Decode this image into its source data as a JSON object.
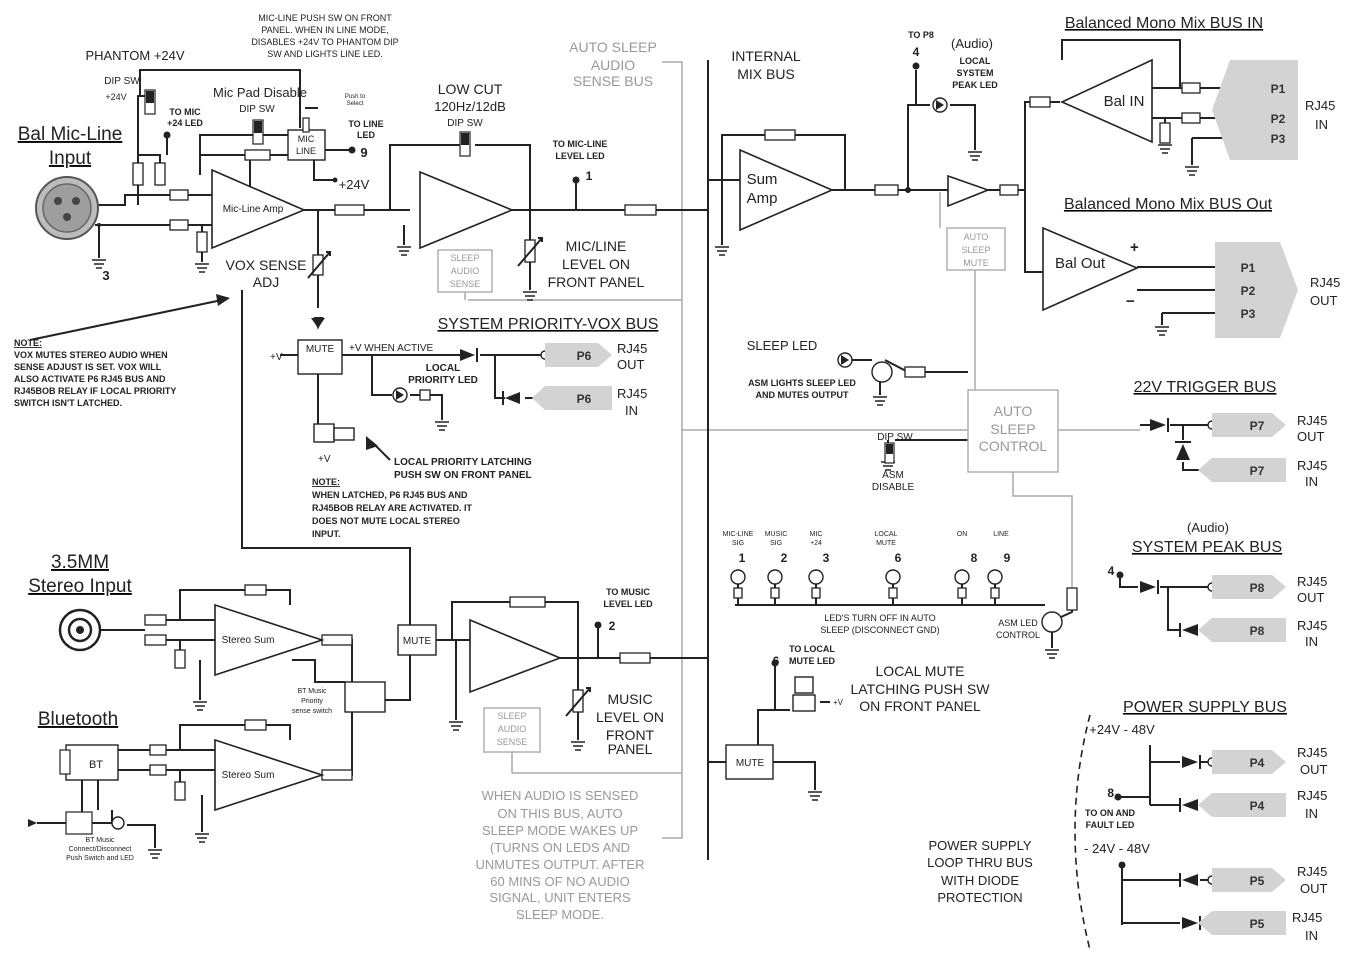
{
  "colors": {
    "wire": "#222222",
    "bus_gray": "#aaaaaa",
    "port_fill": "#d3d3d3",
    "background": "#ffffff"
  },
  "sections": {
    "bal_mic_line_input": [
      "Bal Mic-Line",
      "Input"
    ],
    "stereo_input": [
      "3.5MM",
      "Stereo Input"
    ],
    "bluetooth": "Bluetooth",
    "system_priority_vox_bus": "SYSTEM PRIORITY-VOX BUS",
    "balanced_mono_mix_bus_in": "Balanced Mono Mix BUS IN",
    "balanced_mono_mix_bus_out": "Balanced Mono Mix BUS Out",
    "trigger_bus": "22V TRIGGER BUS",
    "system_peak_audio": "(Audio)",
    "system_peak_bus": "SYSTEM PEAK BUS",
    "power_supply_bus": "POWER SUPPLY BUS"
  },
  "blocks": {
    "mic_line_amp": "Mic-Line Amp",
    "sum_amp": [
      "Sum",
      "Amp"
    ],
    "bal_in": "Bal IN",
    "bal_out": "Bal Out",
    "stereo_sum_1": "Stereo Sum",
    "stereo_sum_2": "Stereo Sum",
    "bt": "BT",
    "mute_vox": "MUTE",
    "mute_stereo": "MUTE",
    "mute_local": "MUTE",
    "mic_line_switch": [
      "MIC",
      "LINE"
    ],
    "auto_sleep_control": [
      "AUTO",
      "SLEEP",
      "CONTROL"
    ],
    "sleep_audio_sense": [
      "SLEEP",
      "AUDIO",
      "SENSE"
    ],
    "auto_sleep_mute": [
      "AUTO",
      "SLEEP",
      "MUTE"
    ]
  },
  "labels": {
    "phantom": "PHANTOM +24V",
    "dip_sw": "DIP SW",
    "plus24_on": "+24V",
    "on": "ON",
    "mic_pad_disable": "Mic Pad Disable",
    "push_to_select": [
      "Push to",
      "Select"
    ],
    "mic_line_note": [
      "MIC-LINE PUSH SW ON FRONT",
      "PANEL. WHEN IN LINE MODE,",
      "DISABLES +24V TO PHANTOM  DIP",
      "SW AND LIGHTS LINE LED."
    ],
    "to_mic_24_led": [
      "TO MIC",
      "+24 LED"
    ],
    "to_line_led": [
      "TO LINE",
      "LED"
    ],
    "plus24v": "+24V",
    "vox_sense_adj": [
      "VOX SENSE",
      "ADJ"
    ],
    "low_cut": [
      "LOW CUT",
      "120Hz/12dB"
    ],
    "to_mic_line_level_led": [
      "TO MIC-LINE",
      "LEVEL LED"
    ],
    "mic_line_level": [
      "MIC/LINE",
      "LEVEL ON",
      "FRONT PANEL"
    ],
    "auto_sleep_audio_sense_bus": [
      "AUTO SLEEP",
      "AUDIO",
      "SENSE BUS"
    ],
    "internal_mix_bus": [
      "INTERNAL",
      "MIX BUS"
    ],
    "to_p8": "TO P8",
    "audio_paren": "(Audio)",
    "local_system_peak_led": [
      "LOCAL",
      "SYSTEM",
      "PEAK LED"
    ],
    "note_vox": [
      "NOTE:",
      "VOX MUTES STEREO AUDIO WHEN",
      "SENSE ADJUST IS SET.  VOX WILL",
      "ALSO ACTIVATE P6 RJ45 BUS AND",
      "RJ45BOB RELAY IF LOCAL PRIORITY",
      "SWITCH ISN'T LATCHED."
    ],
    "plus_v": "+V",
    "plus_v_when_active": "+V WHEN ACTIVE",
    "local_priority_led": [
      "LOCAL",
      "PRIORITY LED"
    ],
    "local_priority_latching": [
      "LOCAL PRIORITY LATCHING",
      "PUSH SW ON FRONT PANEL"
    ],
    "note_latched": [
      "NOTE:",
      "WHEN LATCHED, P6 RJ45 BUS AND",
      "RJ45BOB RELAY ARE ACTIVATED. IT",
      "DOES NOT MUTE LOCAL STEREO",
      "INPUT."
    ],
    "sleep_led": "SLEEP LED",
    "asm_lights": [
      "ASM LIGHTS SLEEP LED",
      "AND MUTES OUTPUT"
    ],
    "asm_disable": [
      "ASM",
      "DISABLE"
    ],
    "led_labels": [
      [
        "MIC-LINE",
        "SIG"
      ],
      [
        "MUSIC",
        "SIG"
      ],
      [
        "MIC",
        "+24"
      ],
      [
        "LOCAL",
        "MUTE"
      ],
      [
        "ON"
      ],
      [
        "LINE"
      ]
    ],
    "led_numbers": [
      "1",
      "2",
      "3",
      "6",
      "8",
      "9"
    ],
    "leds_turn_off": [
      "LED'S TURN OFF IN AUTO",
      "SLEEP (DISCONNECT GND)"
    ],
    "asm_led_control": [
      "ASM LED",
      "CONTROL"
    ],
    "to_music_level_led": [
      "TO MUSIC",
      "LEVEL LED"
    ],
    "music_level": [
      "MUSIC",
      "LEVEL ON",
      "FRONT",
      "PANEL"
    ],
    "bt_music_priority": [
      "BT Music",
      "Priority",
      "sense switch"
    ],
    "bt_music_connect": [
      "BT Music",
      "Connect/Disconnect",
      "Push Switch and LED"
    ],
    "to_local_mute_led": [
      "TO LOCAL",
      "MUTE LED"
    ],
    "local_mute_latching": [
      "LOCAL MUTE",
      "LATCHING PUSH SW",
      "ON FRONT PANEL"
    ],
    "when_audio_sensed": [
      "WHEN AUDIO IS SENSED",
      "ON THIS BUS, AUTO",
      "SLEEP MODE WAKES UP",
      "(TURNS ON LEDS AND",
      "UNMUTES OUTPUT. AFTER",
      "60 MINS OF NO AUDIO",
      "SIGNAL, UNIT ENTERS",
      "SLEEP MODE."
    ],
    "v_pos": "+24V - 48V",
    "v_neg": "- 24V - 48V",
    "to_on_fault_led": [
      "TO ON AND",
      "FAULT LED"
    ],
    "psu_loop": [
      "POWER SUPPLY",
      "LOOP THRU BUS",
      "WITH DIODE",
      "PROTECTION"
    ],
    "rj45": "RJ45",
    "out": "OUT",
    "in": "IN",
    "plus": "+",
    "minus": "−",
    "node_1": "1",
    "node_2": "2",
    "node_3": "3",
    "node_4": "4",
    "node_6": "6",
    "node_8": "8",
    "node_9": "9"
  },
  "ports": {
    "bal_in": [
      "P1",
      "P2",
      "P3"
    ],
    "bal_out": [
      "P1",
      "P2",
      "P3"
    ],
    "vox_out": "P6",
    "vox_in": "P6",
    "trigger_out": "P7",
    "trigger_in": "P7",
    "peak_out": "P8",
    "peak_in": "P8",
    "pos_out": "P4",
    "pos_in": "P4",
    "neg_out": "P5",
    "neg_in": "P5"
  }
}
